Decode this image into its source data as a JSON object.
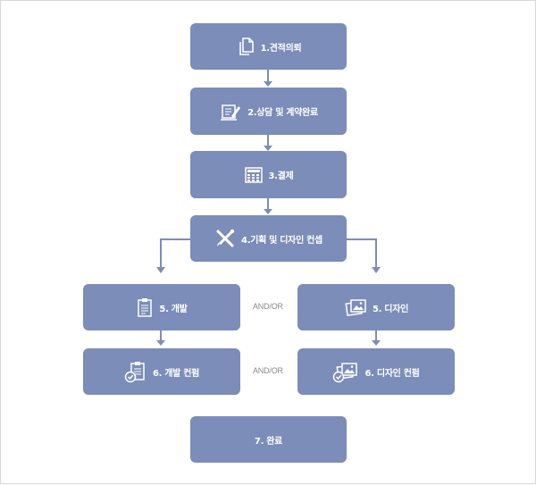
{
  "colors": {
    "box": "#7b8db8",
    "connector": "#7b8db8",
    "text": "#ffffff",
    "andor": "#8a8a8a"
  },
  "steps": {
    "quote": {
      "label": "1.견적의뢰",
      "icon": "document-icon"
    },
    "consult": {
      "label": "2.상담 및 계약완료",
      "icon": "contract-pen-icon"
    },
    "payment": {
      "label": "3.결제",
      "icon": "calculator-icon"
    },
    "planning": {
      "label": "4.기획 및 디자인 컨셉",
      "icon": "pencil-wrench-icon"
    },
    "dev": {
      "label": "5. 개발",
      "icon": "clipboard-icon"
    },
    "design": {
      "label": "5. 디자인",
      "icon": "pictures-icon"
    },
    "dev_confirm": {
      "label": "6. 개발 컨펌",
      "icon": "clipboard-check-icon"
    },
    "design_confirm": {
      "label": "6. 디자인 컨펌",
      "icon": "pictures-check-icon"
    },
    "done": {
      "label": "7. 완료"
    }
  },
  "andor": {
    "row5": "AND/OR",
    "row6": "AND/OR"
  }
}
